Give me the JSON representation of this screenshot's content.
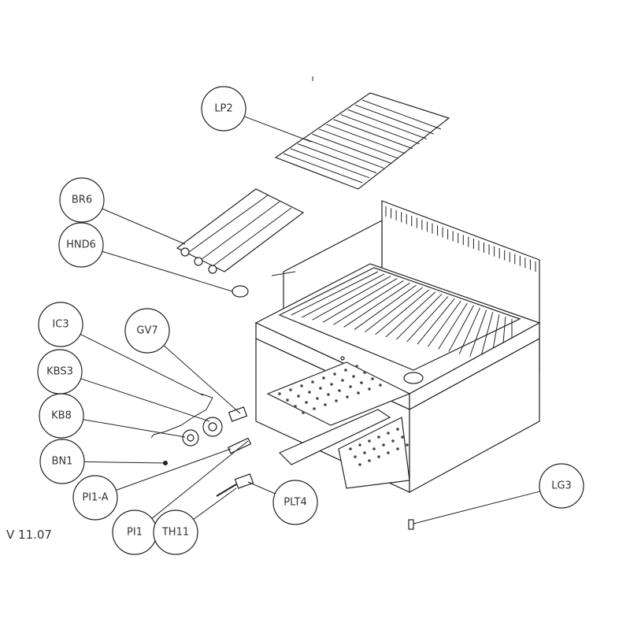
{
  "callouts": [
    {
      "id": "LP2"
    },
    {
      "id": "BR6"
    },
    {
      "id": "HND6"
    },
    {
      "id": "IC3"
    },
    {
      "id": "GV7"
    },
    {
      "id": "KBS3"
    },
    {
      "id": "KB8"
    },
    {
      "id": "BN1"
    },
    {
      "id": "PI1-A"
    },
    {
      "id": "PI1"
    },
    {
      "id": "TH11"
    },
    {
      "id": "PLT4"
    },
    {
      "id": "LG3"
    }
  ],
  "version": "V  11.07"
}
